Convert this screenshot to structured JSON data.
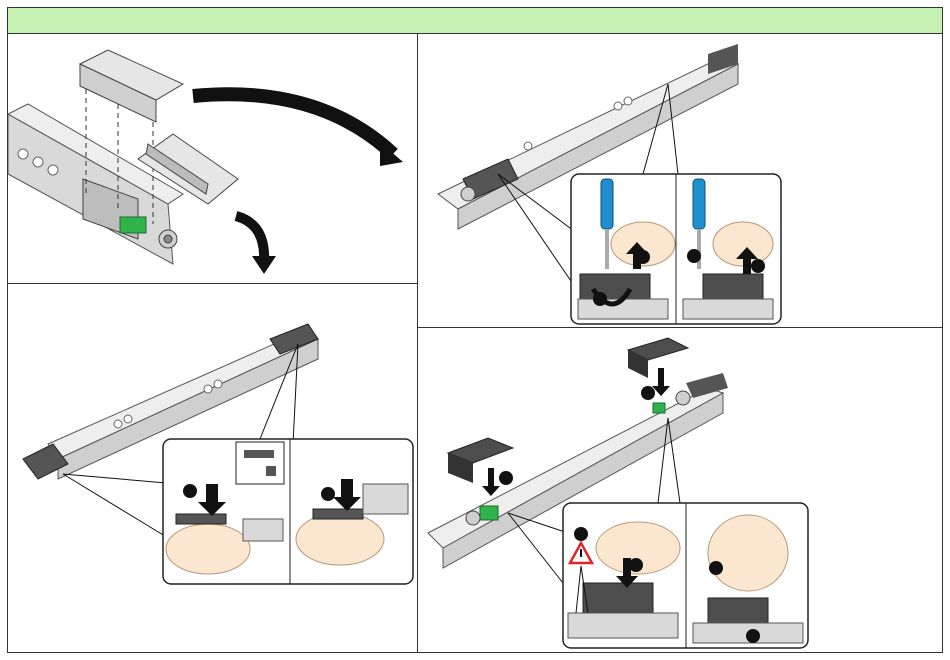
{
  "header": {
    "title": ""
  },
  "colors": {
    "header_bar": "#c6f2b4",
    "rail": "#d9d9d9",
    "rail_dark": "#8c8c8c",
    "cover": "#4d4d4d",
    "pcb": "#2fb34a",
    "screwdriver": "#1f8fd0",
    "hand": "#fbe7cf",
    "warning": "#e0262b"
  },
  "panels": [
    {
      "name": "remove-cover-overview"
    },
    {
      "name": "insert-mounting-clip"
    },
    {
      "name": "unscrew-cover"
    },
    {
      "name": "attach-cover"
    }
  ],
  "icons": [
    "curved-arrow-icon",
    "down-arrow-icon",
    "up-arrow-icon",
    "warning-icon",
    "screwdriver-icon",
    "hand-icon"
  ]
}
